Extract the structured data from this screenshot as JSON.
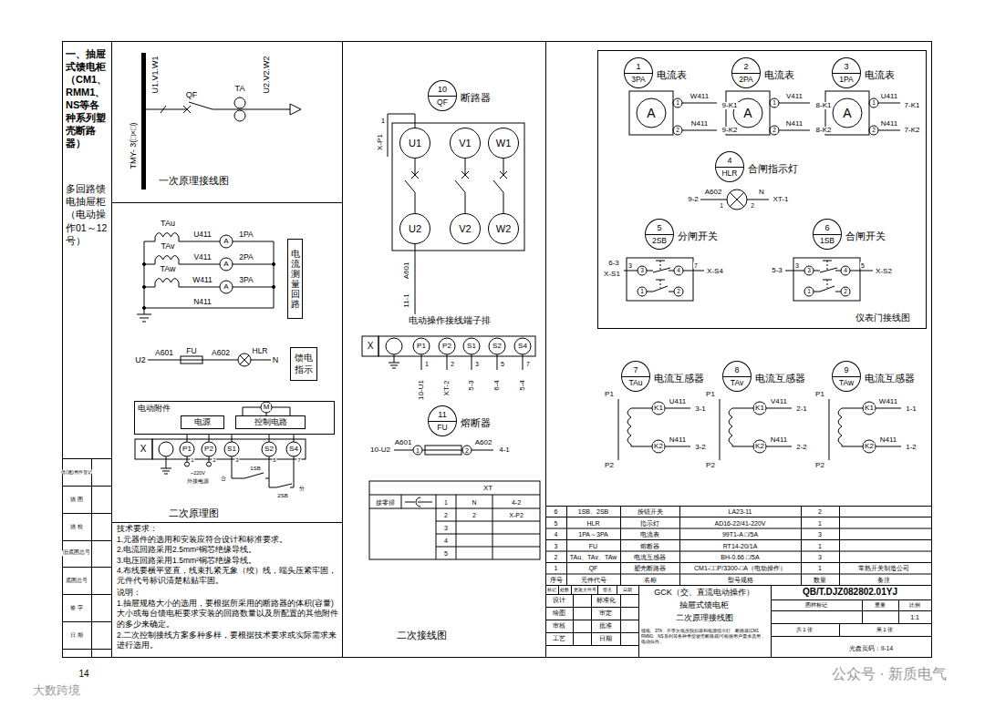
{
  "diagram": {
    "title": "一、抽屉式馈电柜（CM1、RMM1、NS等各种系列塑壳断路器）",
    "nodes": [
      {
        "text": [
          "电流测量回路"
        ]
      },
      {
        "text": [
          "馈电指示"
        ]
      },
      {
        "text": [
          "电动附件"
        ]
      },
      {
        "text": [
          "电源"
        ],
        "in": 2
      },
      {
        "text": [
          "控制电路"
        ],
        "in": 2
      },
      {
        "text": [
          "10",
          "QF",
          "断路器"
        ]
      },
      {
        "text": [
          "U1"
        ]
      },
      {
        "text": [
          "V1"
        ]
      },
      {
        "text": [
          "W1"
        ]
      },
      {
        "text": [
          "U2"
        ]
      },
      {
        "text": [
          "V2"
        ]
      },
      {
        "text": [
          "W2"
        ]
      },
      {
        "text": [
          "11",
          "FU",
          "熔断器"
        ]
      },
      {
        "text": [
          "1",
          "3PA",
          "电流表"
        ]
      },
      {
        "text": [
          "2",
          "2PA",
          "电流表"
        ]
      },
      {
        "text": [
          "3",
          "1PA",
          "电流表"
        ]
      },
      {
        "text": [
          "4",
          "HLR",
          "合闸指示灯"
        ]
      },
      {
        "text": [
          "5",
          "2SB",
          "分闸开关"
        ]
      },
      {
        "text": [
          "6",
          "1SB",
          "合闸开关"
        ]
      },
      {
        "text": [
          "7",
          "TAu",
          "电流互感器"
        ]
      },
      {
        "text": [
          "8",
          "TAv",
          "电流互感器"
        ]
      },
      {
        "text": [
          "9",
          "TAw",
          "电流互感器"
        ]
      }
    ],
    "edges": [
      {
        "from": 6,
        "to": 9,
        "arrow": "none"
      },
      {
        "from": 7,
        "to": 10,
        "arrow": "none"
      },
      {
        "from": 8,
        "to": 11,
        "arrow": "none"
      }
    ],
    "labels": [
      "多回路馈电抽屉柜（电动操作01～12号）",
      "借(通)用件登记",
      "描 图",
      "描 校",
      "旧底图总号",
      "底图总号",
      "签 字",
      "日 期",
      "TMY- 3(□×□)",
      "U1.V1.W1",
      "QF",
      "TA",
      "U2.V2.W2",
      "一次原理接线图",
      "TAu",
      "U411",
      "1PA",
      "A",
      "TAv",
      "V411",
      "2PA",
      "A",
      "TAw",
      "W411",
      "3PA",
      "A",
      "N411",
      "U2",
      "A601",
      "FU",
      "A602",
      "HLR",
      "N",
      "M",
      "X",
      "P1",
      "P2",
      "S1",
      "S2",
      "S4",
      "1",
      "2",
      "3",
      "5",
      "7",
      "~220V",
      "外接电源",
      "合",
      "1SB",
      "2SB",
      "分",
      "二次原理图",
      "技术要求：",
      "1.元器件的选用和安装应符合设计和标准要求。",
      "2.电流回路采用2.5mm²铜芯绝缘导线。",
      "3.电压回路采用1.5mm²铜芯绝缘导线。",
      "4.布线要横平竖直，线束扎紧无象（绞）线，端头压紧牢固，元件代号标识清楚粘贴牢固。",
      "说明：",
      "1.抽屉规格大小的选用，要根据所采用的断路器的体积(容量)大小或每台馈电柜要求安装的回路数量以及所配置的其他附件的多少来确定。",
      "2.二次控制接线方案多种多样，要根据技术要求或实际需求来进行选用。",
      "1",
      "X-P1",
      "A601",
      "11-1",
      "电动操作接线端子排",
      "X",
      "P1",
      "P2",
      "S1",
      "S2",
      "S4",
      "1",
      "2",
      "3",
      "5",
      "7",
      "10-U1",
      "XT-2",
      "5-3",
      "6-4",
      "5-4",
      "10-U2",
      "A601",
      "1",
      "2",
      "A602",
      "4-1",
      "XT",
      "接零排",
      "1",
      "N",
      "4-2",
      "2",
      "2",
      "X-P2",
      "3",
      "4",
      "5",
      "二次接线图",
      "A",
      "1",
      "2",
      "W411",
      "9-K1",
      "N411",
      "9-K2",
      "A",
      "1",
      "2",
      "V411",
      "8-K1",
      "N411",
      "8-K2",
      "A",
      "1",
      "2",
      "U411",
      "7-K1",
      "N411",
      "7-K2",
      "9-2",
      "A602",
      "1",
      "2",
      "N",
      "XT-1",
      "6-3",
      "X-S1",
      "3",
      "3",
      "4",
      "7",
      "X-S4",
      "1",
      "2",
      "5-3",
      "3",
      "3",
      "4",
      "5",
      "X-S2",
      "1",
      "2",
      "仪表门接线图",
      "P1",
      "K1",
      "U411",
      "3-1",
      "K2",
      "N411",
      "3-2",
      "P2",
      "P1",
      "K1",
      "V411",
      "2-1",
      "K2",
      "N411",
      "2-2",
      "P2",
      "P1",
      "K1",
      "W411",
      "1-1",
      "K2",
      "N411",
      "1-2",
      "P2",
      "6",
      "1SB、2SB",
      "按钮开关",
      "LA23-11",
      "2",
      "5",
      "HLR",
      "指示灯",
      "AD16-22/41-220V",
      "1",
      "4",
      "1PA～3PA",
      "电流表",
      "99T1-A □/5A",
      "3",
      "3",
      "FU",
      "熔断器",
      "RT14-20/1A",
      "1",
      "2",
      "TAu、TAv、TAw",
      "电流互感器",
      "BH-0.66 □/5A",
      "3",
      "1",
      "QF",
      "塑壳断路器",
      "CM1-□□P/3300-□A（电动操作）",
      "1",
      "常熟开关制造公司",
      "序号",
      "元件代号",
      "名称",
      "型号规格",
      "数量",
      "备注",
      "标记",
      "处数",
      "更改文件号",
      "签名",
      "日期",
      "设计",
      "标准化",
      "绘图",
      "审定",
      "审核",
      "批准",
      "工艺",
      "日期",
      "GCK（交、直流电动操作）",
      "抽屉式馈电柜",
      "二次原理接线图",
      "馈电、3TA、不带欠电压脱扣器和电源指示灯、断路器(CM1、RMM1、NS系列等各种类型塑壳断路器)可根据用户需求选用，电动操作。",
      "QB/T.DJZ082802.01YJ",
      "图样标记",
      "重量",
      "比例",
      "1:1",
      "共 1 张",
      "第 1 张",
      "光盘页码：II-14",
      "14",
      "大数跨境",
      "公众号 · 新质电气"
    ]
  }
}
